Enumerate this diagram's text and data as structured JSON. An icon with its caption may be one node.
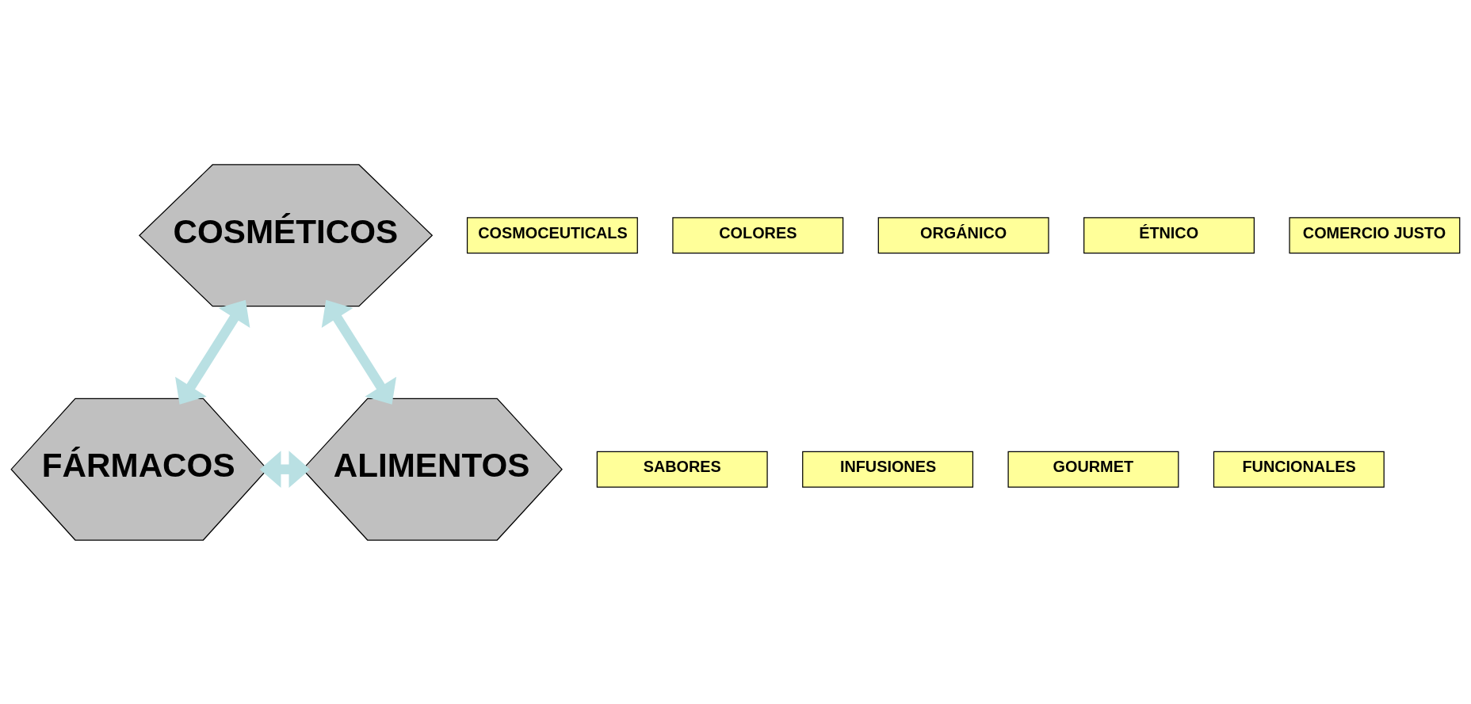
{
  "diagram": {
    "nodes": [
      {
        "text": [
          "COSMÉTICOS"
        ]
      },
      {
        "text": [
          "COSMOCEUTICALS"
        ]
      },
      {
        "text": [
          "COLORES"
        ]
      },
      {
        "text": [
          "ORGÁNICO"
        ]
      },
      {
        "text": [
          "ÉTNICO"
        ]
      },
      {
        "text": [
          "COMERCIO JUSTO"
        ]
      },
      {
        "text": [
          "FÁRMACOS"
        ]
      },
      {
        "text": [
          "SABORES"
        ]
      },
      {
        "text": [
          "ALIMENTOS"
        ]
      },
      {
        "text": [
          "INFUSIONES"
        ]
      },
      {
        "text": [
          "GOURMET"
        ]
      },
      {
        "text": [
          "FUNCIONALES"
        ]
      }
    ],
    "edges": [
      {
        "from": 6,
        "to": 0,
        "arrow": "both"
      },
      {
        "from": 0,
        "to": 8,
        "arrow": "both"
      },
      {
        "from": 6,
        "to": 8,
        "arrow": "both"
      }
    ]
  }
}
